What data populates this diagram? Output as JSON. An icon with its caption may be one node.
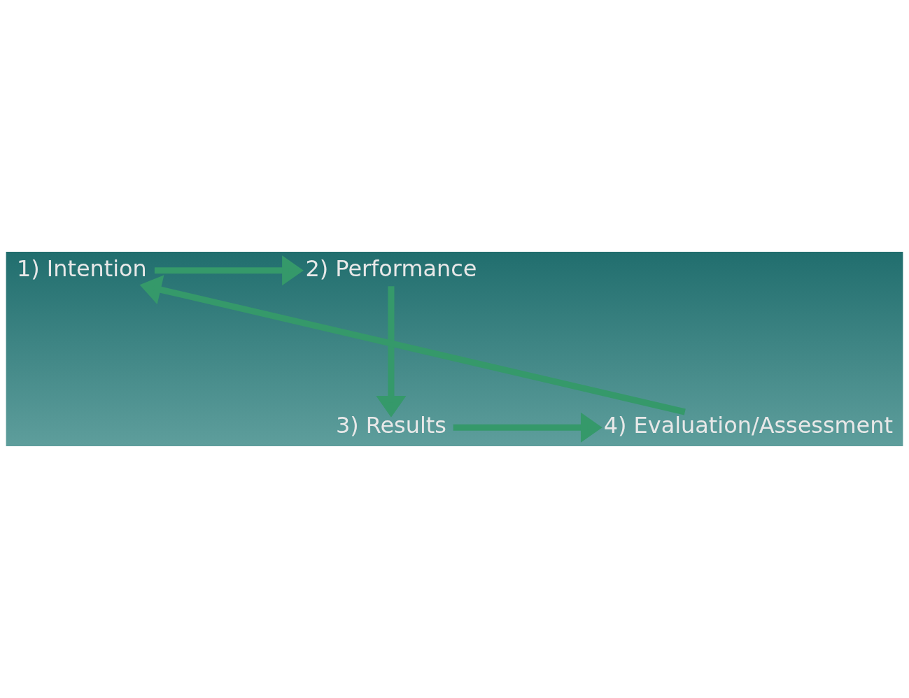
{
  "diagram": {
    "nodes": [
      {
        "text": [
          "1) Intention"
        ]
      },
      {
        "text": [
          "2) Performance"
        ]
      },
      {
        "text": [
          "3) Results"
        ]
      },
      {
        "text": [
          "4) Evaluation/Assessment"
        ]
      }
    ],
    "edges": [
      {
        "from": 0,
        "to": 1,
        "arrow": "to"
      },
      {
        "from": 1,
        "to": 2,
        "arrow": "to"
      },
      {
        "from": 2,
        "to": 3,
        "arrow": "to"
      },
      {
        "from": 3,
        "to": 0,
        "arrow": "to"
      }
    ]
  }
}
